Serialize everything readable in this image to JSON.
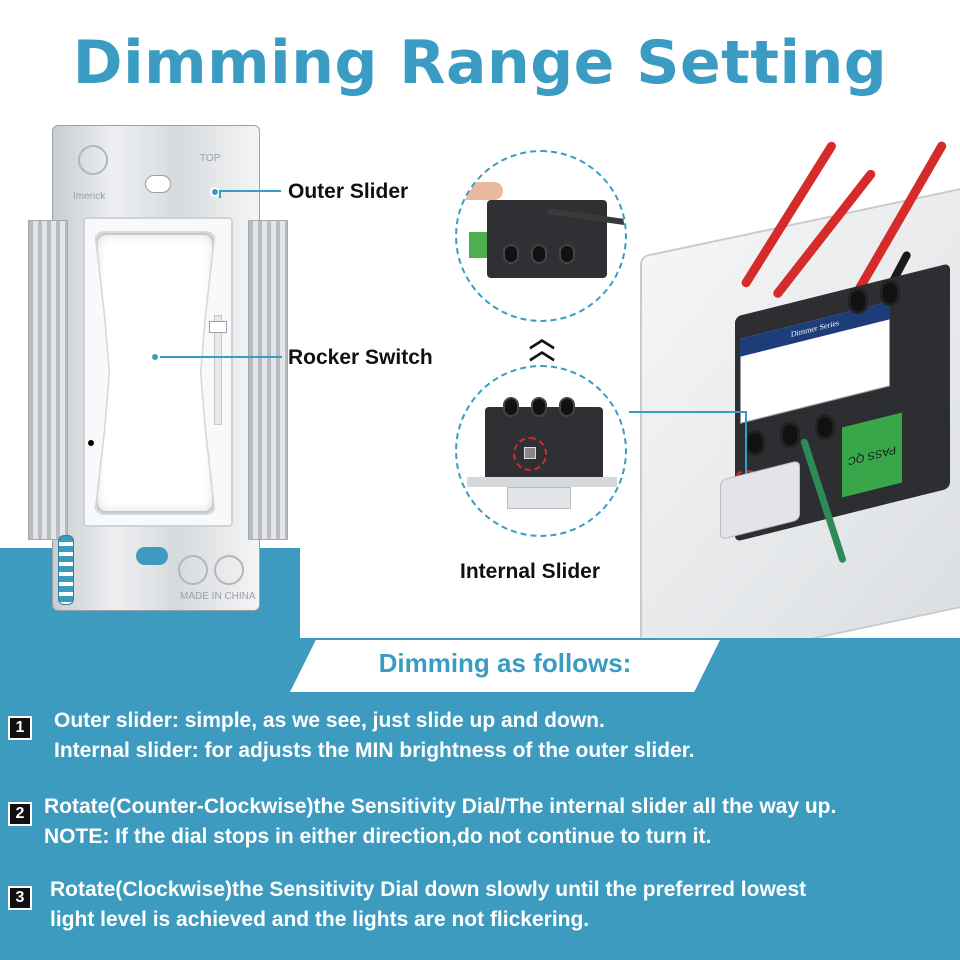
{
  "title": "Dimming Range Setting",
  "labels": {
    "outer_slider": "Outer Slider",
    "rocker_switch": "Rocker Switch",
    "internal_slider": "Internal Slider"
  },
  "plate_text": {
    "top": "TOP",
    "brand": "Imerick",
    "made_in": "MADE IN CHINA"
  },
  "product_label": {
    "series": "Dimmer Series",
    "tag": "PASS QC"
  },
  "instructions": {
    "heading": "Dimming as follows:",
    "steps": [
      {
        "number": "1",
        "lines": [
          "Outer slider: simple, as we see, just slide up and down.",
          "Internal slider: for adjusts the MIN brightness of the outer slider."
        ]
      },
      {
        "number": "2",
        "lines": [
          "Rotate(Counter-Clockwise)the Sensitivity Dial/The internal slider all the way up.",
          "NOTE: If the dial stops in either direction,do not continue to turn it."
        ]
      },
      {
        "number": "3",
        "lines": [
          "Rotate(Clockwise)the Sensitivity Dial down slowly until the preferred lowest",
          "light level is achieved and the lights are not flickering."
        ]
      }
    ]
  },
  "colors": {
    "accent": "#3a9cc3",
    "panel": "#3d9bc0",
    "wire_red": "#d62b2b",
    "wire_black": "#1a1a1a",
    "wire_green": "#2e8b57"
  },
  "icons": [
    "up-chevron-icon",
    "ul-certification-icon",
    "csa-certification-icon"
  ]
}
